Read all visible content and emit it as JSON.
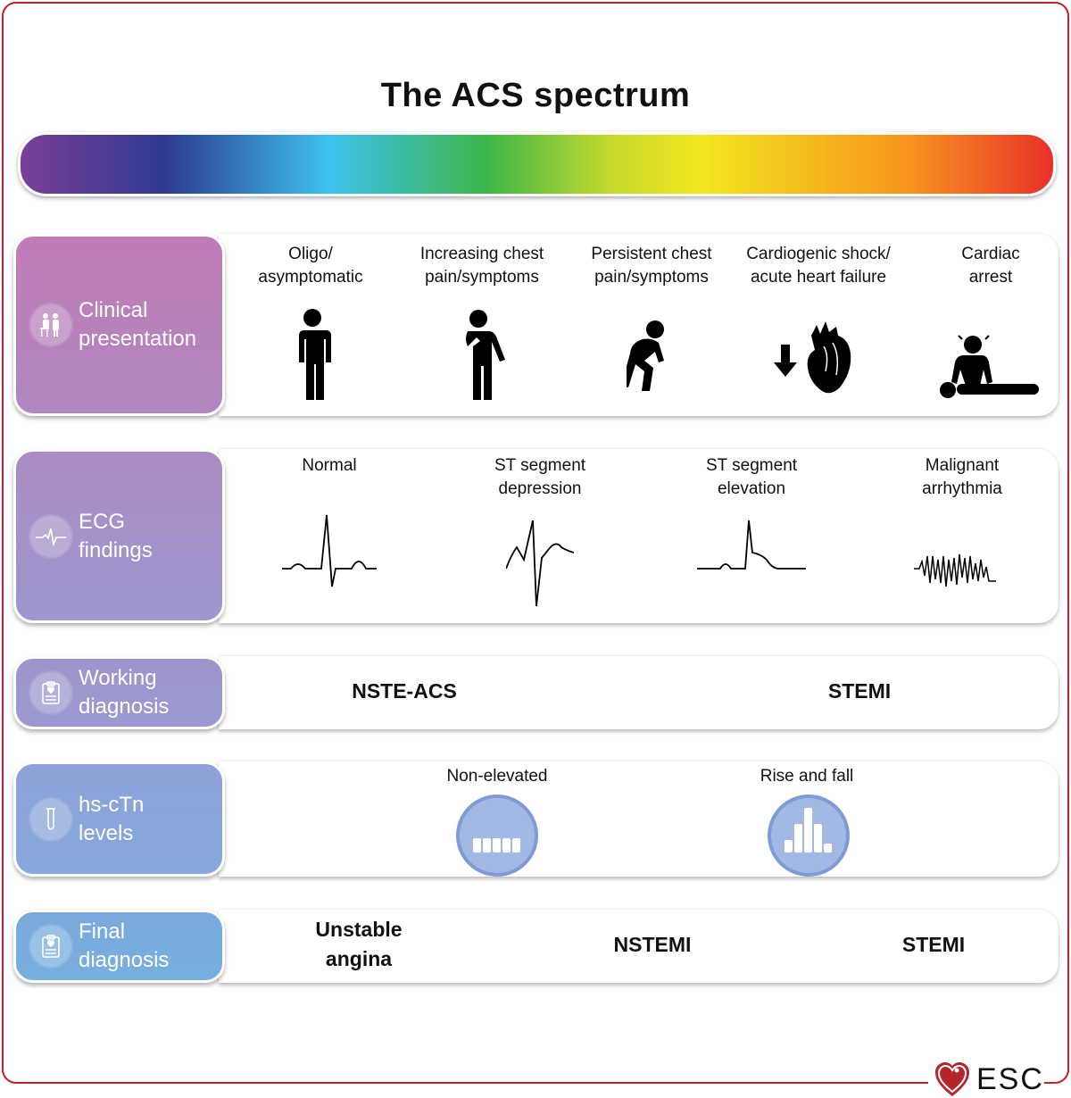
{
  "title": "The ACS spectrum",
  "rows": {
    "clinical": {
      "label": "Clinical\npresentation",
      "items": [
        "Oligo/\nasymptomatic",
        "Increasing chest\npain/symptoms",
        "Persistent chest\npain/symptoms",
        "Cardiogenic shock/\nacute heart failure",
        "Cardiac\narrest"
      ]
    },
    "ecg": {
      "label": "ECG\nfindings",
      "items": [
        "Normal",
        "ST segment\ndepression",
        "ST segment\nelevation",
        "Malignant\narrhythmia"
      ]
    },
    "working": {
      "label": "Working\ndiagnosis",
      "items": [
        "NSTE-ACS",
        "STEMI"
      ]
    },
    "troponin": {
      "label": "hs-cTn\nlevels",
      "items": [
        "Non-elevated",
        "Rise and fall"
      ]
    },
    "final": {
      "label": "Final\ndiagnosis",
      "items": [
        "Unstable\nangina",
        "NSTEMI",
        "STEMI"
      ]
    }
  },
  "logo": "ESC",
  "colors": {
    "frame": "#b5262b",
    "clinical": "#bb7db9",
    "ecg": "#a48fc8",
    "working": "#9a98cf",
    "troponin": "#8aa5da",
    "final": "#79acdd"
  }
}
